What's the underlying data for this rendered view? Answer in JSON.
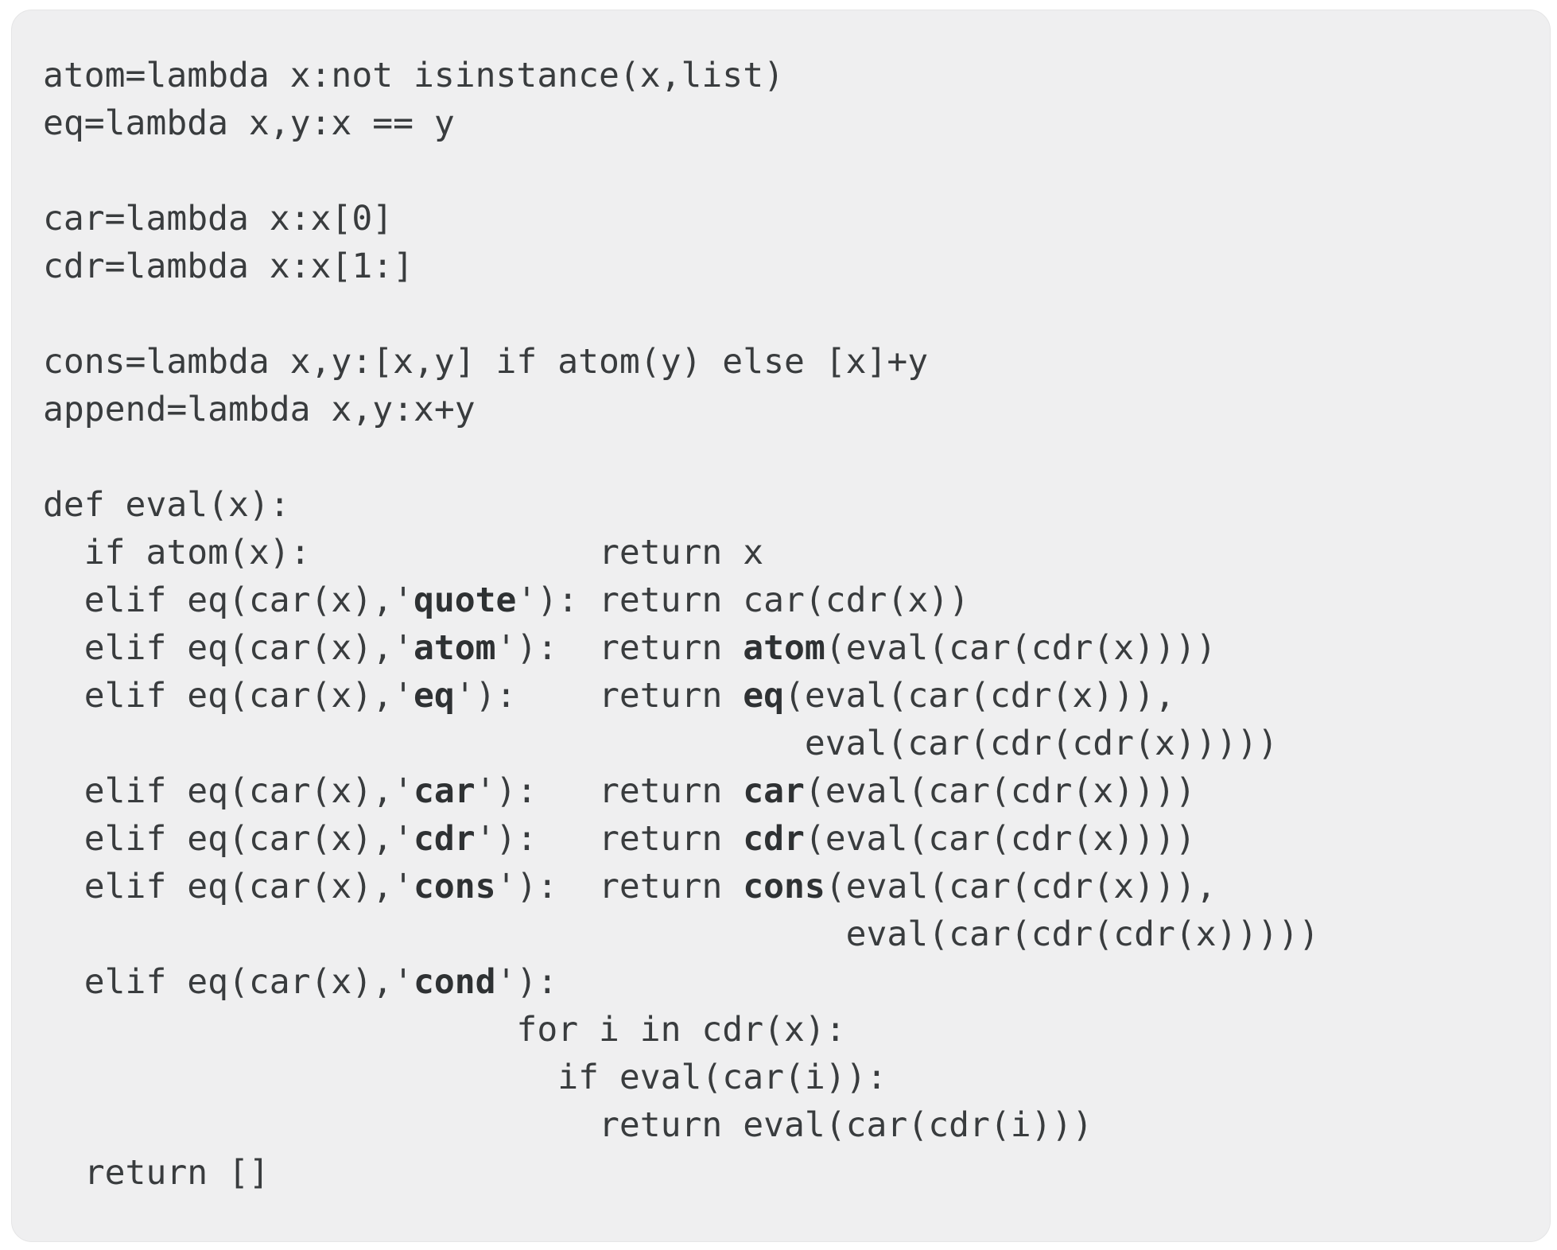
{
  "card": {
    "background_color": "#efeff0",
    "border_color": "#e5e5e6",
    "text_color": "#393c3e",
    "bold_text_color": "#2e3133"
  },
  "code": {
    "lines": [
      [
        {
          "t": "atom=lambda x:not isinstance(x,list)"
        }
      ],
      [
        {
          "t": "eq=lambda x,y:x == y"
        }
      ],
      [],
      [
        {
          "t": "car=lambda x:x[0]"
        }
      ],
      [
        {
          "t": "cdr=lambda x:x[1:]"
        }
      ],
      [],
      [
        {
          "t": "cons=lambda x,y:[x,y] if atom(y) else [x]+y"
        }
      ],
      [
        {
          "t": "append=lambda x,y:x+y"
        }
      ],
      [],
      [
        {
          "t": "def eval(x):"
        }
      ],
      [
        {
          "t": "  if atom(x):              return x"
        }
      ],
      [
        {
          "t": "  elif eq(car(x),'"
        },
        {
          "t": "quote",
          "b": true
        },
        {
          "t": "'): return car(cdr(x))"
        }
      ],
      [
        {
          "t": "  elif eq(car(x),'"
        },
        {
          "t": "atom",
          "b": true
        },
        {
          "t": "'):  return "
        },
        {
          "t": "atom",
          "b": true
        },
        {
          "t": "(eval(car(cdr(x))))"
        }
      ],
      [
        {
          "t": "  elif eq(car(x),'"
        },
        {
          "t": "eq",
          "b": true
        },
        {
          "t": "'):    return "
        },
        {
          "t": "eq",
          "b": true
        },
        {
          "t": "(eval(car(cdr(x))),"
        }
      ],
      [
        {
          "t": "                                     eval(car(cdr(cdr(x)))))"
        }
      ],
      [
        {
          "t": "  elif eq(car(x),'"
        },
        {
          "t": "car",
          "b": true
        },
        {
          "t": "'):   return "
        },
        {
          "t": "car",
          "b": true
        },
        {
          "t": "(eval(car(cdr(x))))"
        }
      ],
      [
        {
          "t": "  elif eq(car(x),'"
        },
        {
          "t": "cdr",
          "b": true
        },
        {
          "t": "'):   return "
        },
        {
          "t": "cdr",
          "b": true
        },
        {
          "t": "(eval(car(cdr(x))))"
        }
      ],
      [
        {
          "t": "  elif eq(car(x),'"
        },
        {
          "t": "cons",
          "b": true
        },
        {
          "t": "'):  return "
        },
        {
          "t": "cons",
          "b": true
        },
        {
          "t": "(eval(car(cdr(x))),"
        }
      ],
      [
        {
          "t": "                                       eval(car(cdr(cdr(x)))))"
        }
      ],
      [
        {
          "t": "  elif eq(car(x),'"
        },
        {
          "t": "cond",
          "b": true
        },
        {
          "t": "'):"
        }
      ],
      [
        {
          "t": "                       for i in cdr(x):"
        }
      ],
      [
        {
          "t": "                         if eval(car(i)):"
        }
      ],
      [
        {
          "t": "                           return eval(car(cdr(i)))"
        }
      ],
      [
        {
          "t": "  return []"
        }
      ]
    ]
  }
}
